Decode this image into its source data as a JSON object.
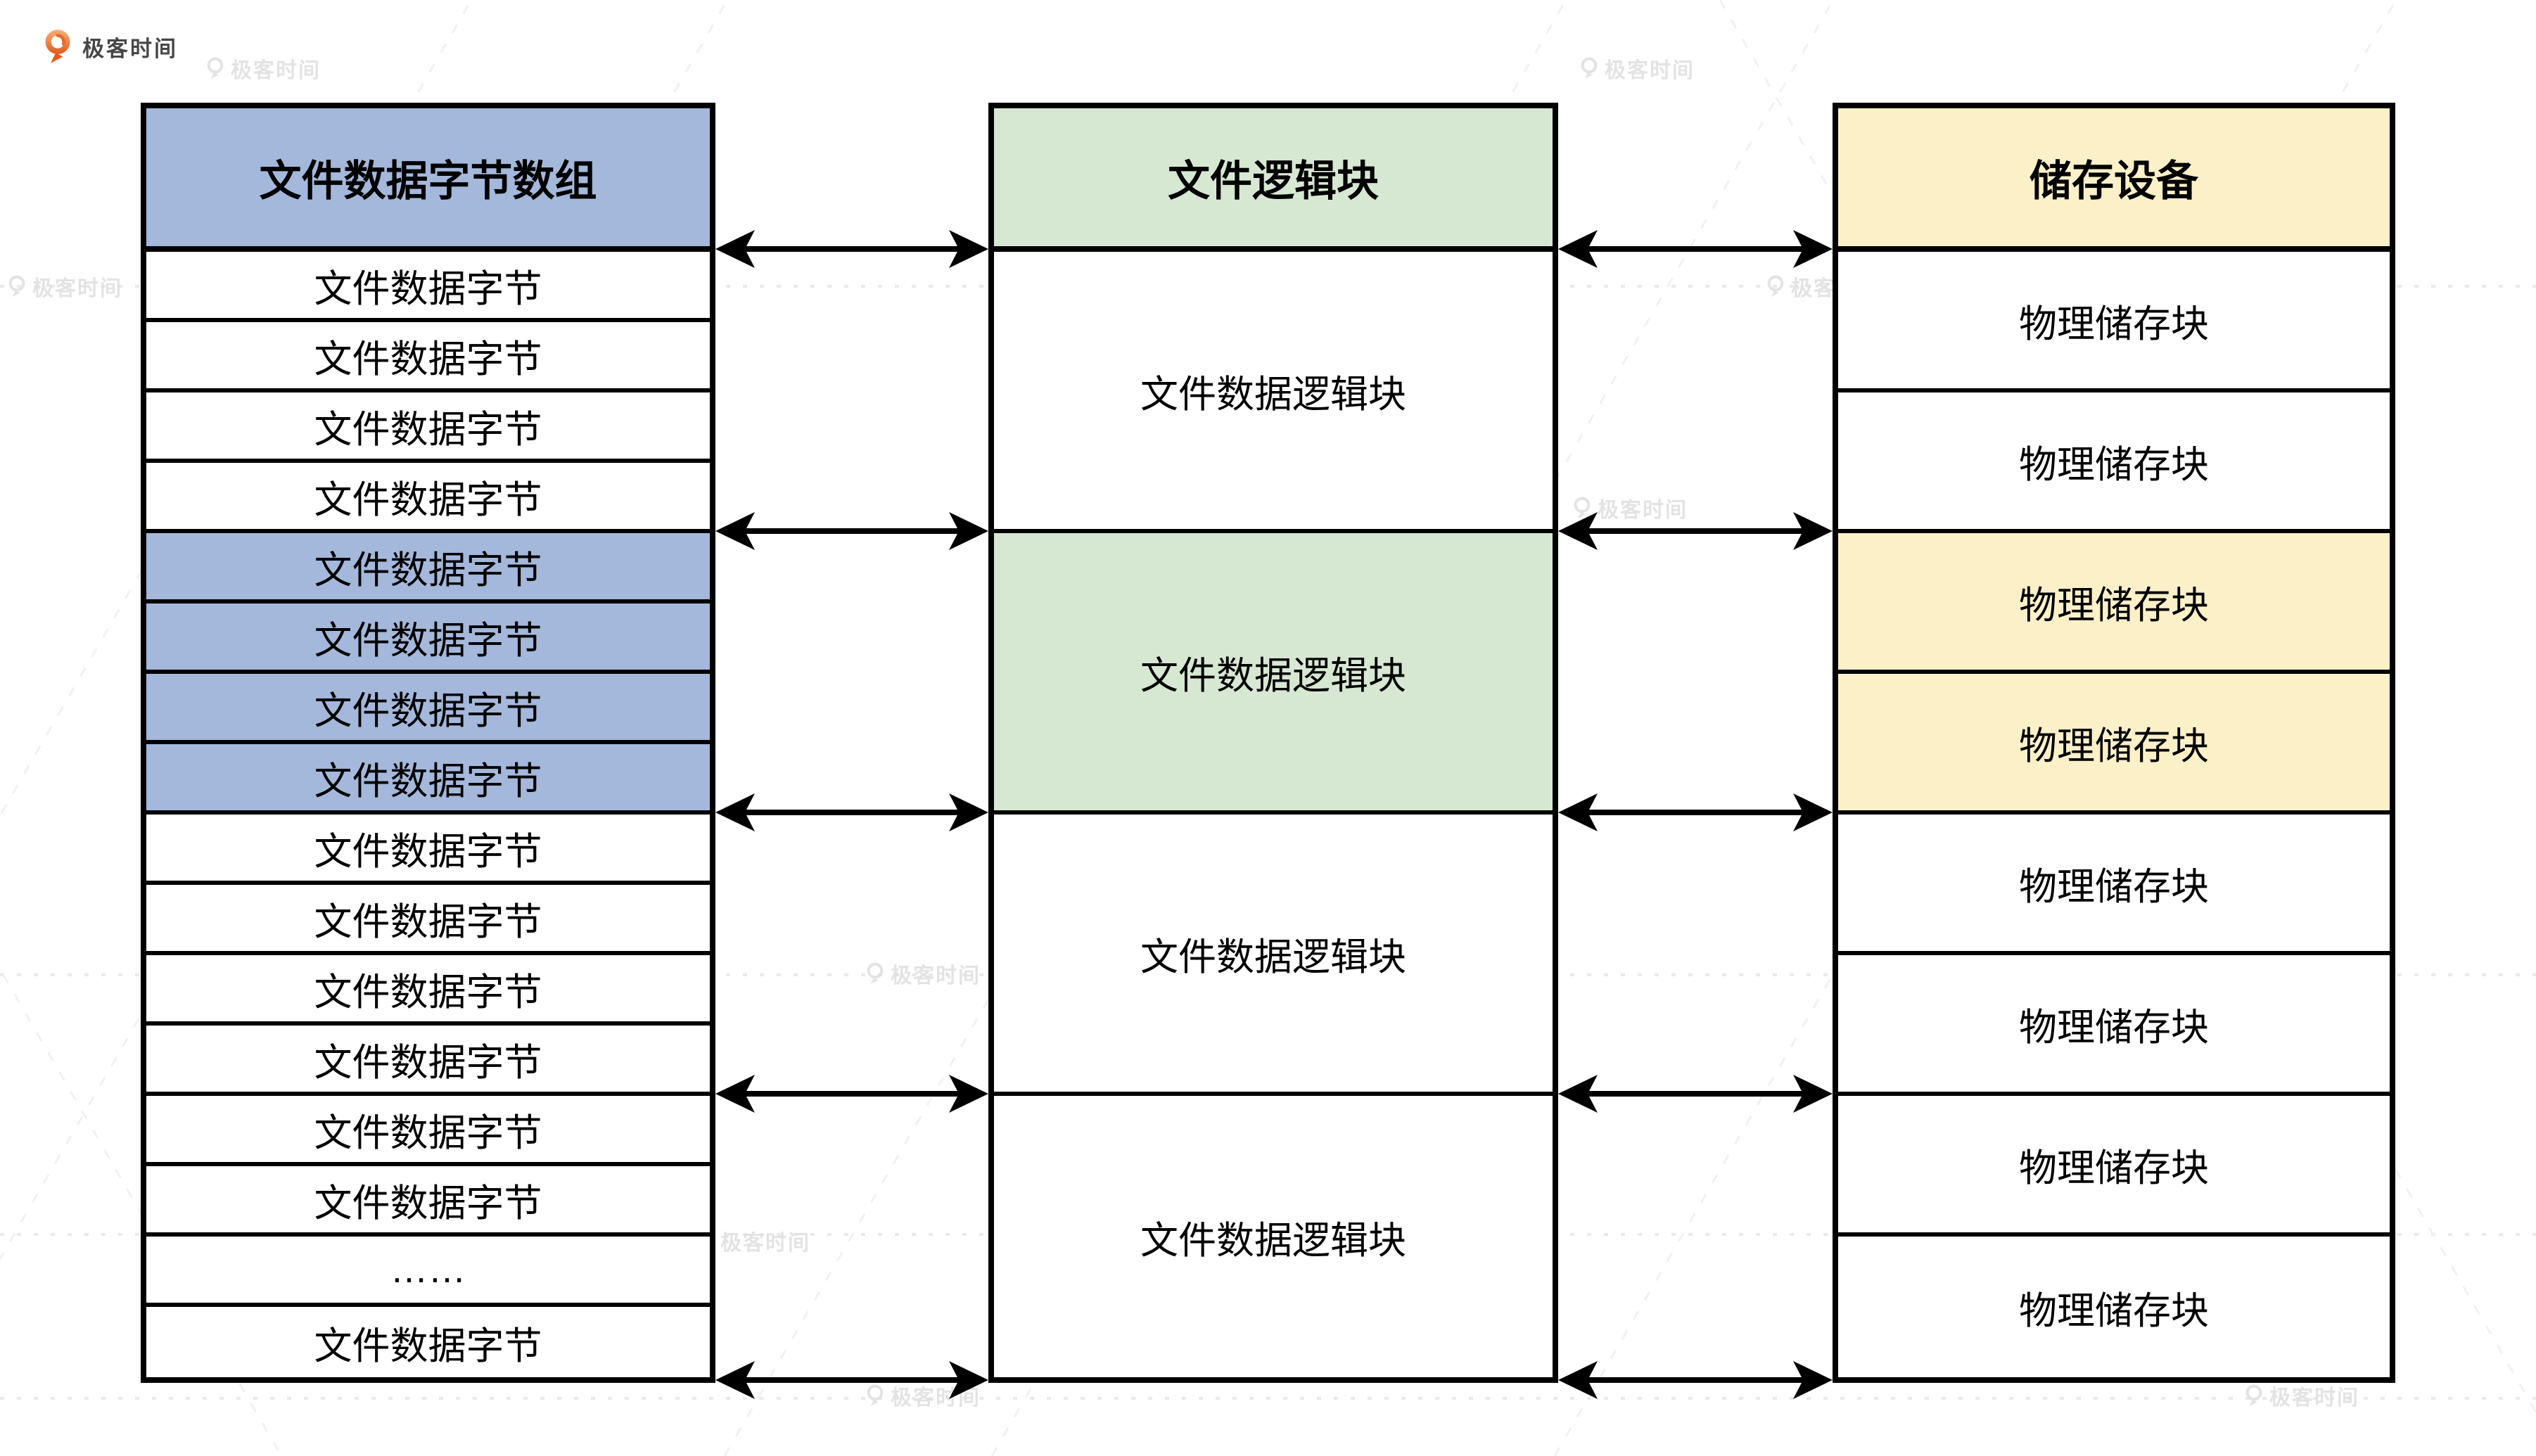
{
  "brand": {
    "logo_text": "极客时间"
  },
  "watermark": {
    "text": "极客时间"
  },
  "colors": {
    "blue": "#A4B8DB",
    "green": "#D7E8D2",
    "yellow": "#FCF0C9",
    "border": "#000000",
    "logo_orange_light": "#F8B179",
    "logo_orange_deep": "#E25A1B",
    "watermark_gray": "#DFDFDF"
  },
  "tables": {
    "bytes": {
      "title": "文件数据字节数组",
      "rows": [
        {
          "label": "文件数据字节",
          "highlight": false
        },
        {
          "label": "文件数据字节",
          "highlight": false
        },
        {
          "label": "文件数据字节",
          "highlight": false
        },
        {
          "label": "文件数据字节",
          "highlight": false
        },
        {
          "label": "文件数据字节",
          "highlight": true
        },
        {
          "label": "文件数据字节",
          "highlight": true
        },
        {
          "label": "文件数据字节",
          "highlight": true
        },
        {
          "label": "文件数据字节",
          "highlight": true
        },
        {
          "label": "文件数据字节",
          "highlight": false
        },
        {
          "label": "文件数据字节",
          "highlight": false
        },
        {
          "label": "文件数据字节",
          "highlight": false
        },
        {
          "label": "文件数据字节",
          "highlight": false
        },
        {
          "label": "文件数据字节",
          "highlight": false
        },
        {
          "label": "文件数据字节",
          "highlight": false
        },
        {
          "label": "……",
          "highlight": false
        },
        {
          "label": "文件数据字节",
          "highlight": false
        }
      ]
    },
    "logical": {
      "title": "文件逻辑块",
      "cells": [
        {
          "label": "文件数据逻辑块",
          "highlight": false
        },
        {
          "label": "文件数据逻辑块",
          "highlight": true
        },
        {
          "label": "文件数据逻辑块",
          "highlight": false
        },
        {
          "label": "文件数据逻辑块",
          "highlight": false
        }
      ]
    },
    "storage": {
      "title": "储存设备",
      "cells": [
        {
          "label": "物理储存块",
          "highlight": false
        },
        {
          "label": "物理储存块",
          "highlight": false
        },
        {
          "label": "物理储存块",
          "highlight": true
        },
        {
          "label": "物理储存块",
          "highlight": true
        },
        {
          "label": "物理储存块",
          "highlight": false
        },
        {
          "label": "物理储存块",
          "highlight": false
        },
        {
          "label": "物理储存块",
          "highlight": false
        },
        {
          "label": "物理储存块",
          "highlight": false
        }
      ]
    }
  }
}
